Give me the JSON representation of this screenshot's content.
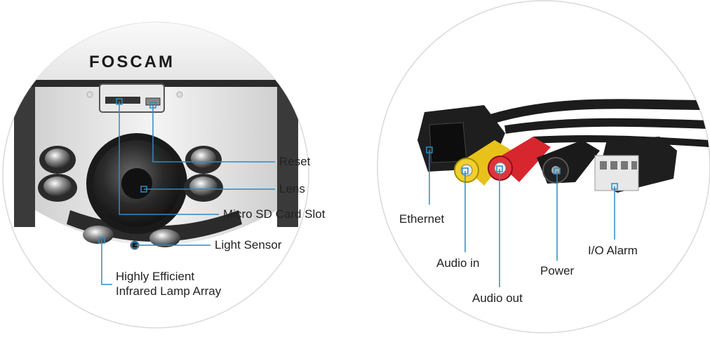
{
  "brand": "FOSCAM",
  "colors": {
    "leader_line": "#2e8bc0",
    "label_text": "#222222",
    "circle_border": "#d9d9d9"
  },
  "left_panel": {
    "labels": {
      "reset": "Reset",
      "lens": "Lens",
      "micro_sd": "Micro SD Card Slot",
      "light_sensor": "Light Sensor",
      "ir_line1": "Highly Efficient",
      "ir_line2": "Infrared Lamp Array"
    }
  },
  "right_panel": {
    "labels": {
      "ethernet": "Ethernet",
      "audio_in": "Audio in",
      "audio_out": "Audio out",
      "power": "Power",
      "io_alarm": "I/O Alarm"
    }
  }
}
